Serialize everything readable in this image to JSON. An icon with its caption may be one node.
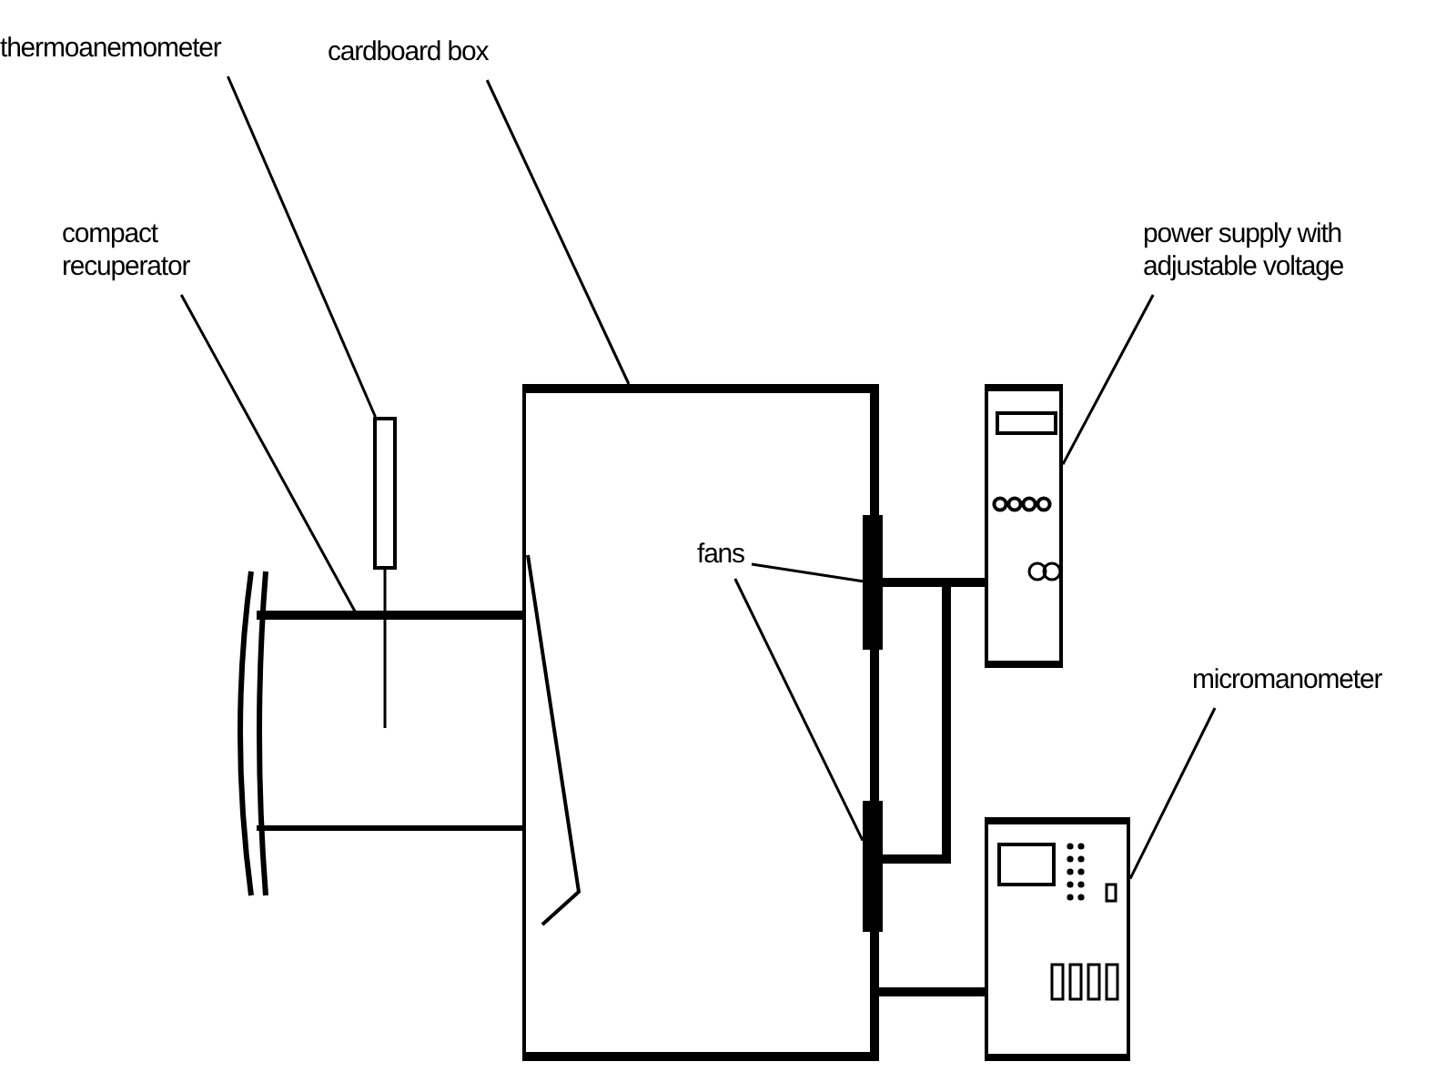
{
  "diagram": {
    "nodes": [
      {
        "text": [
          "thermoanemometer"
        ]
      },
      {
        "text": [
          "cardboard box"
        ]
      },
      {
        "text": [
          "compact recuperator"
        ]
      },
      {
        "text": [
          "power supply with adjustable voltage"
        ]
      },
      {
        "text": [],
        "shape": "picture"
      },
      {
        "text": [],
        "shape": "box"
      },
      {
        "text": [
          "fans"
        ],
        "in": 5
      },
      {
        "text": [],
        "shape": "bar"
      },
      {
        "text": [],
        "shape": "picture"
      },
      {
        "text": [],
        "shape": "picture"
      },
      {
        "text": [],
        "shape": "bar"
      },
      {
        "text": [
          "micromanometer"
        ]
      },
      {
        "text": [],
        "shape": "picture"
      }
    ],
    "edges": [
      {
        "from": 0,
        "to": 4,
        "arrow": "none"
      },
      {
        "from": 1,
        "to": 5,
        "arrow": "none"
      },
      {
        "from": 2,
        "to": 8,
        "arrow": "none"
      },
      {
        "from": 3,
        "to": 9,
        "arrow": "none"
      },
      {
        "from": 6,
        "to": 7,
        "arrow": "none"
      },
      {
        "from": 6,
        "to": 10,
        "arrow": "none"
      },
      {
        "from": 11,
        "to": 12,
        "arrow": "none"
      },
      {
        "from": 7,
        "to": 9,
        "arrow": "none",
        "style": "thick"
      },
      {
        "from": 10,
        "to": 9,
        "arrow": "none",
        "style": "thick"
      },
      {
        "from": 5,
        "to": 12,
        "arrow": "none",
        "style": "thick"
      }
    ]
  }
}
